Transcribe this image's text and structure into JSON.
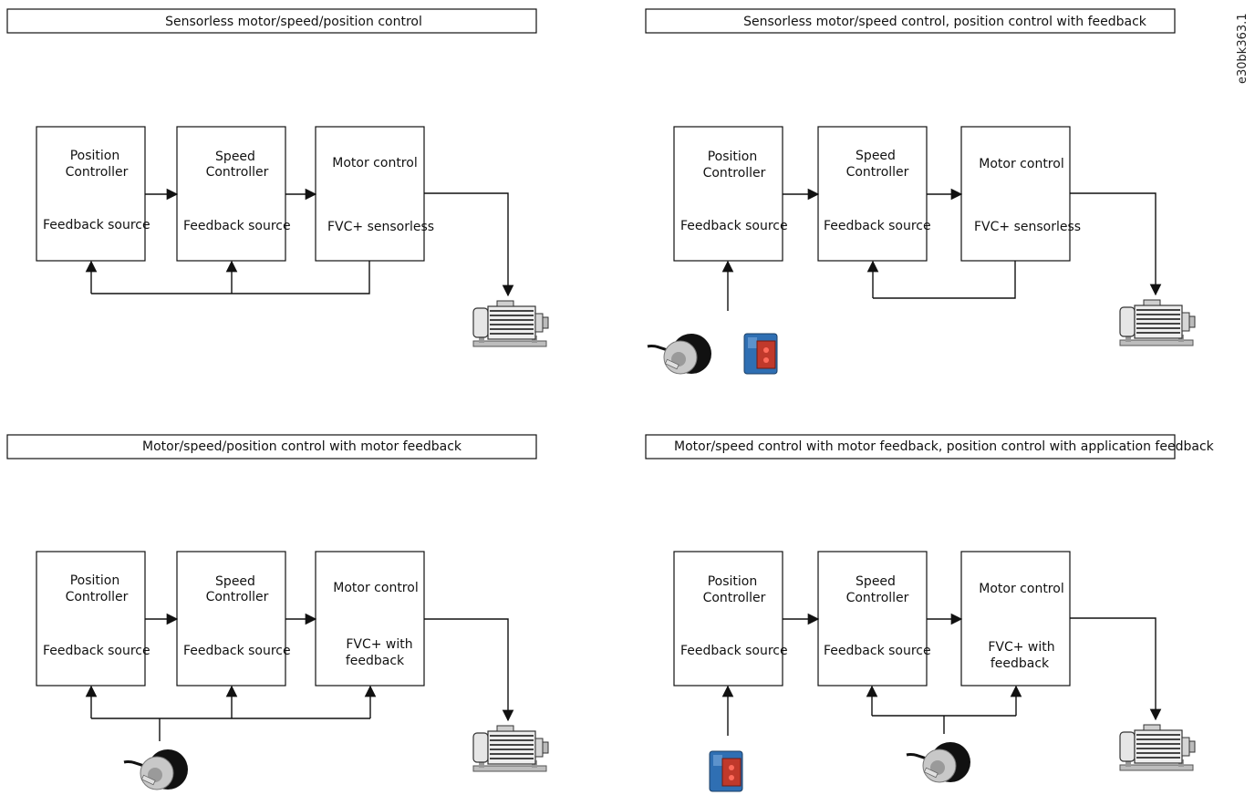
{
  "figure_code": "e30bk363.1",
  "panels": [
    {
      "id": "p1",
      "title": "Sensorless motor/speed/position control",
      "position_controller": {
        "title_line1": "Position",
        "title_line2": "Controller",
        "feedback": "Feedback source"
      },
      "speed_controller": {
        "title_line1": "Speed",
        "title_line2": "Controller",
        "feedback": "Feedback source"
      },
      "motor_control": {
        "title": "Motor control",
        "mode_line1": "FVC+  sensorless",
        "mode_line2": ""
      }
    },
    {
      "id": "p2",
      "title": "Sensorless motor/speed control, position control with feedback",
      "position_controller": {
        "title_line1": "Position",
        "title_line2": "Controller",
        "feedback": "Feedback source"
      },
      "speed_controller": {
        "title_line1": "Speed",
        "title_line2": "Controller",
        "feedback": "Feedback source"
      },
      "motor_control": {
        "title": "Motor control",
        "mode_line1": "FVC+  sensorless",
        "mode_line2": ""
      }
    },
    {
      "id": "p3",
      "title": "Motor/speed/position control with motor feedback",
      "position_controller": {
        "title_line1": "Position",
        "title_line2": "Controller",
        "feedback": "Feedback source"
      },
      "speed_controller": {
        "title_line1": "Speed",
        "title_line2": "Controller",
        "feedback": "Feedback source"
      },
      "motor_control": {
        "title": "Motor control",
        "mode_line1": "FVC+  with",
        "mode_line2": "feedback"
      }
    },
    {
      "id": "p4",
      "title": "Motor/speed control with motor feedback, position control with application feedback",
      "position_controller": {
        "title_line1": "Position",
        "title_line2": "Controller",
        "feedback": "Feedback source"
      },
      "speed_controller": {
        "title_line1": "Speed",
        "title_line2": "Controller",
        "feedback": "Feedback source"
      },
      "motor_control": {
        "title": "Motor control",
        "mode_line1": "FVC+  with",
        "mode_line2": "feedback"
      }
    }
  ],
  "colors": {
    "line": "#111111",
    "encoder_body": "#111111",
    "encoder_face": "#c8c8c8",
    "sensor_blue": "#2f6fb3",
    "sensor_red": "#c0392b",
    "motor_metal": "#dcdcdc"
  },
  "icons": {
    "motor": "electric-motor-icon",
    "encoder": "rotary-encoder-icon",
    "sensor": "photoelectric-sensor-icon"
  }
}
